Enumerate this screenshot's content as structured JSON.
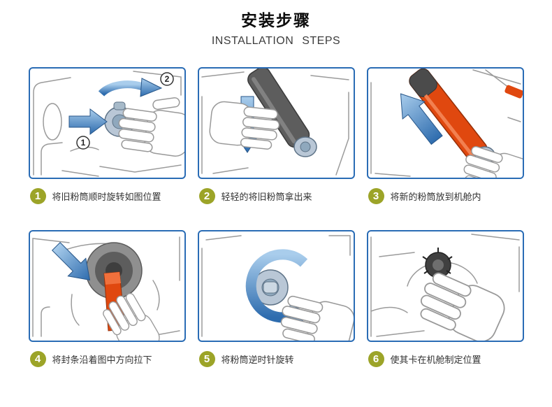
{
  "header": {
    "title_zh": "安装步骤",
    "title_en": "INSTALLATION STEPS"
  },
  "colors": {
    "frame_border_blue": "#2a6cb5",
    "step_badge_olive": "#9ca428",
    "arrow_blue": "#3f76b0",
    "toner_red": "#e0480f"
  },
  "steps": [
    {
      "num": "1",
      "text": "将旧粉筒顺时旋转如图位置",
      "labels": [
        "1",
        "2"
      ]
    },
    {
      "num": "2",
      "text": "轻轻的将旧粉筒拿出来"
    },
    {
      "num": "3",
      "text": "将新的粉筒放到机舱内"
    },
    {
      "num": "4",
      "text": "将封条沿着图中方向拉下"
    },
    {
      "num": "5",
      "text": "将粉筒逆时针旋转"
    },
    {
      "num": "6",
      "text": "使其卡在机舱制定位置"
    }
  ]
}
